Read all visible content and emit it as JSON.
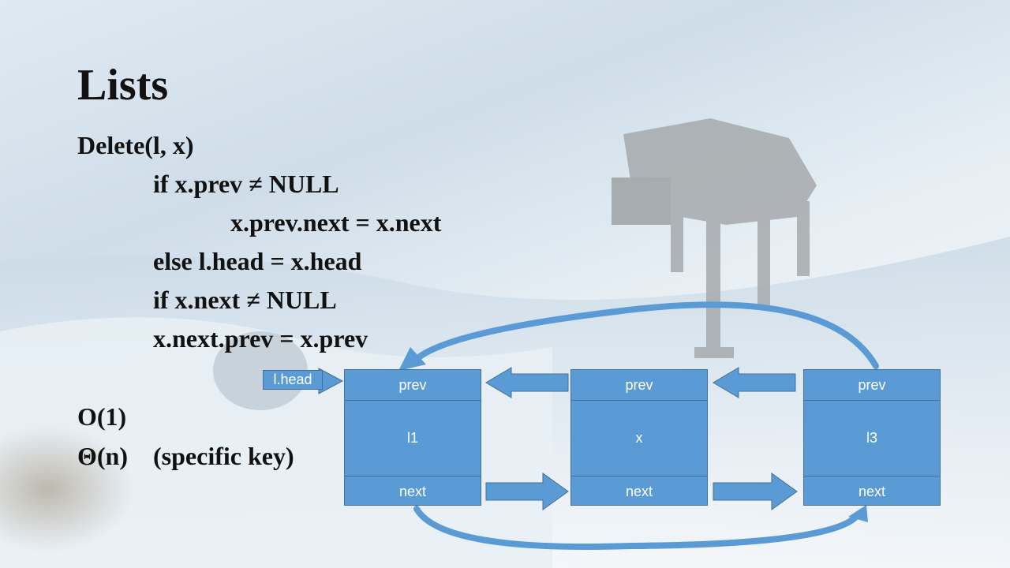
{
  "slide": {
    "title": "Lists",
    "code": [
      "Delete(l, x)",
      "if x.prev ≠ NULL",
      "x.prev.next = x.next",
      "else l.head = x.head",
      "if x.next ≠ NULL",
      "x.next.prev = x.prev"
    ],
    "complexity": [
      {
        "label": "O(1)",
        "note": ""
      },
      {
        "label": "Θ(n)",
        "note": "(specific key)"
      }
    ]
  },
  "diagram": {
    "head_label": "l.head",
    "nodes": [
      {
        "prev": "prev",
        "value": "l1",
        "next": "next"
      },
      {
        "prev": "prev",
        "value": "x",
        "next": "next"
      },
      {
        "prev": "prev",
        "value": "l3",
        "next": "next"
      }
    ]
  },
  "colors": {
    "node_fill": "#5b9bd5",
    "node_border": "#41719c",
    "text": "#111111"
  }
}
